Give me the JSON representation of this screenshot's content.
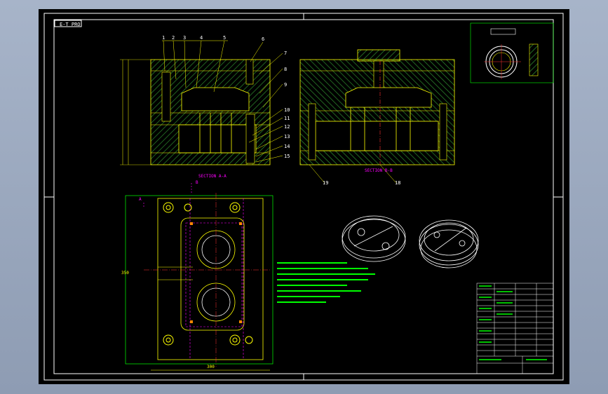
{
  "drawing": {
    "title_tag": "E-T PRO",
    "section_aa": "SECTION A-A",
    "section_bb": "SECTION B-B",
    "part_numbers": [
      "1",
      "2",
      "3",
      "4",
      "5",
      "6",
      "7",
      "8",
      "9",
      "10",
      "11",
      "12",
      "13",
      "14",
      "15",
      "18",
      "19"
    ],
    "section_marks": {
      "a": "A",
      "b": "B"
    },
    "dims": {
      "width": "300",
      "height": "350"
    }
  },
  "colors": {
    "background": "#000000",
    "border": "#ffffff",
    "outline": "#ffff00",
    "text": "#ffffff",
    "hatch": "#00ff00",
    "leader": "#ffff00",
    "cyan": "#00ffff",
    "magenta": "#ff00ff",
    "red": "#ff3030",
    "orange": "#ff8800"
  }
}
